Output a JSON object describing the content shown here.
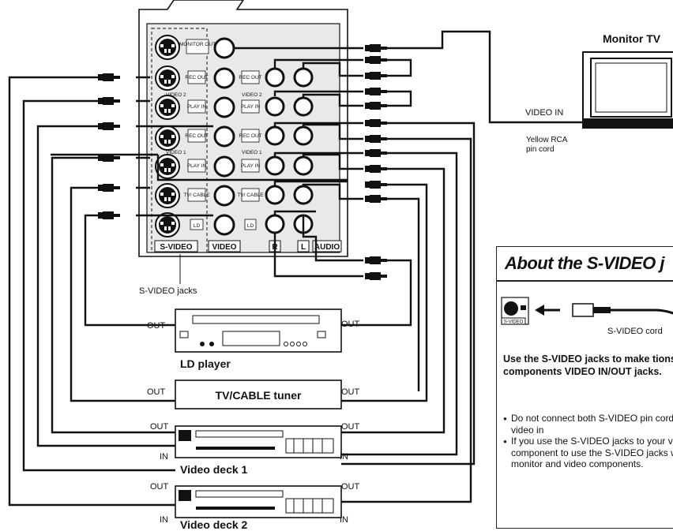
{
  "panel": {
    "monitor_out": "MONITOR OUT",
    "rec_out": "REC OUT",
    "video2": "VIDEO 2",
    "play_in": "PLAY IN",
    "video1": "VIDEO 1",
    "tv_cable": "TV/ CABLE",
    "ld": "LD",
    "svideo": "S-VIDEO",
    "video": "VIDEO",
    "r": "R",
    "l": "L",
    "audio": "AUDIO"
  },
  "labels": {
    "svideo_jacks": "S-VIDEO jacks",
    "monitor_tv": "Monitor TV",
    "video_in": "VIDEO IN",
    "yellow_rca_1": "Yellow RCA",
    "yellow_rca_2": "pin cord",
    "out": "OUT",
    "in": "IN"
  },
  "devices": {
    "ld_player": "LD player",
    "tv_cable_tuner": "TV/CABLE tuner",
    "video_deck_1": "Video deck 1",
    "video_deck_2": "Video deck 2"
  },
  "note": {
    "title": "About the S-VIDEO j",
    "cord_label": "S-VIDEO cord",
    "jack_label": "S-VIDEO",
    "lead": "Use the S-VIDEO jacks to make tions to video components VIDEO IN/OUT jacks.",
    "bullets": [
      "Do not connect both S-VIDEO pin cords to the same video in",
      "If you use the S-VIDEO jacks to your video playback component to use the S-VIDEO jacks when ing your monitor and video components."
    ]
  }
}
